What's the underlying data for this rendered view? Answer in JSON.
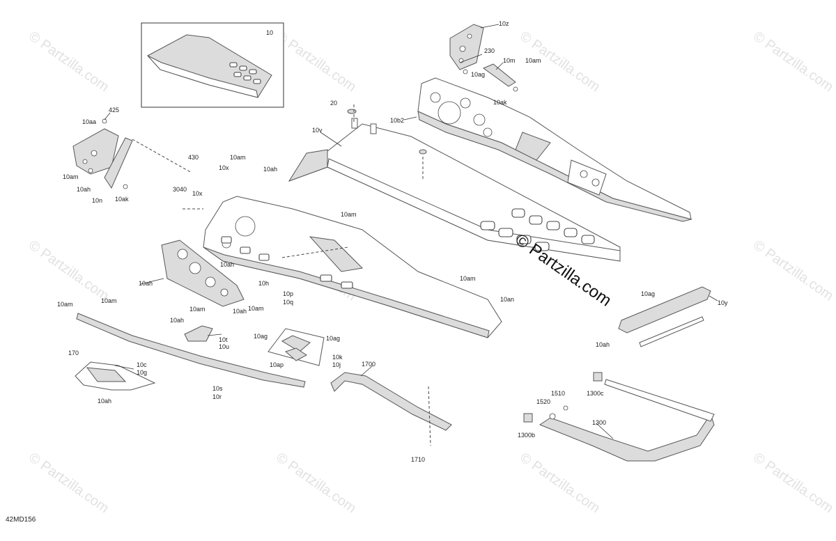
{
  "diagram": {
    "reference_code": "42MD156",
    "watermark_text": "© Partzilla.com",
    "inset_label": "10",
    "callouts": {
      "c10z": "10z",
      "c230": "230",
      "c10m": "10m",
      "c10am_tr": "10am",
      "c10ag_tr": "10ag",
      "c10ak_tr": "10ak",
      "c20": "20",
      "c10b2": "10b2",
      "c10v": "10v",
      "c425": "425",
      "c10aa": "10aa",
      "c10am_l": "10am",
      "c10ah_l": "10ah",
      "c10n": "10n",
      "c10ak_l": "10ak",
      "c430": "430",
      "c3040": "3040",
      "c10x_a": "10x",
      "c10x_b": "10x",
      "c10am_c": "10am",
      "c10ah_c": "10ah",
      "c10am_m": "10am",
      "c10ah_m": "10ah",
      "c10ah_side": "10ah",
      "c10am_side": "10am",
      "c10ah_side2": "10ah",
      "c10h": "10h",
      "c10p": "10p",
      "c10q": "10q",
      "c10am_s2": "10am",
      "c10am_r": "10am",
      "c10an": "10an",
      "c10am_bl": "10am",
      "c10am_bl2": "10am",
      "c10ah_t": "10ah",
      "c10t": "10t",
      "c10u": "10u",
      "c10ag_a": "10ag",
      "c10ag_b": "10ag",
      "c10ap": "10ap",
      "c10k": "10k",
      "c10j": "10j",
      "c170": "170",
      "c10c": "10c",
      "c10g": "10g",
      "c10ah_b": "10ah",
      "c10s": "10s",
      "c10r": "10r",
      "c1700": "1700",
      "c1710": "1710",
      "c10ag_y": "10ag",
      "c10y": "10y",
      "c10ah_y": "10ah",
      "c1510": "1510",
      "c1520": "1520",
      "c1300c": "1300c",
      "c1300": "1300",
      "c1300b": "1300b"
    }
  }
}
